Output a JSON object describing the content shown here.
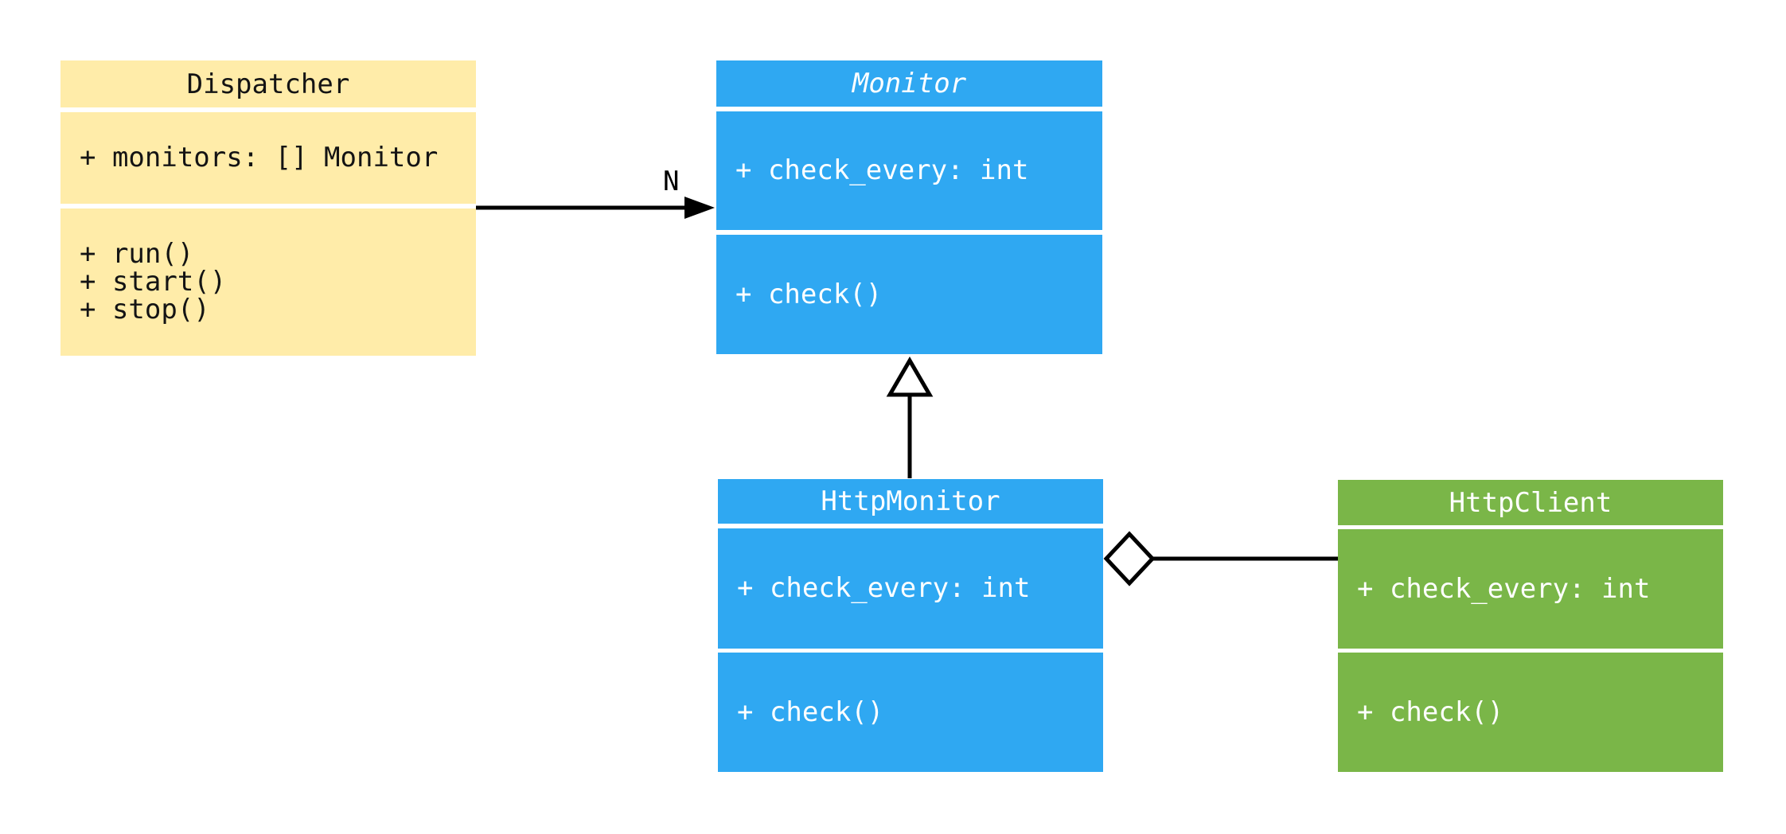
{
  "diagram": {
    "type": "uml-class-diagram",
    "background_color": "#FFFFFF",
    "line_color": "#000000",
    "classes": [
      {
        "name": "Dispatcher",
        "title": "Dispatcher",
        "stereotype": "concrete",
        "fill_color": "#FFECA9",
        "text_color": "#141414",
        "attributes": [
          "+ monitors: [] Monitor"
        ],
        "methods": [
          "+ run()",
          "+ start()",
          "+ stop()"
        ]
      },
      {
        "name": "Monitor",
        "title": "Monitor",
        "stereotype": "abstract (italic title)",
        "fill_color": "#2FA8F2",
        "text_color": "#FFFFFF",
        "attributes": [
          "+ check_every: int"
        ],
        "methods": [
          "+ check()"
        ]
      },
      {
        "name": "HttpMonitor",
        "title": "HttpMonitor",
        "stereotype": "concrete",
        "fill_color": "#2FA8F2",
        "text_color": "#FFFFFF",
        "attributes": [
          "+ check_every: int"
        ],
        "methods": [
          "+ check()"
        ]
      },
      {
        "name": "HttpClient",
        "title": "HttpClient",
        "stereotype": "concrete",
        "fill_color": "#7AB648",
        "text_color": "#FFFFFF",
        "attributes": [
          "+ check_every: int"
        ],
        "methods": [
          "+ check()"
        ]
      }
    ],
    "relations": [
      {
        "type": "association",
        "from": "Dispatcher",
        "to": "Monitor",
        "label": "N",
        "arrow_style": "filled-arrowhead"
      },
      {
        "type": "inheritance",
        "from": "HttpMonitor",
        "to": "Monitor",
        "label": "",
        "arrow_style": "hollow-triangle"
      },
      {
        "type": "aggregation",
        "from": "HttpMonitor",
        "to": "HttpClient",
        "label": "",
        "arrow_style": "hollow-diamond"
      }
    ]
  }
}
